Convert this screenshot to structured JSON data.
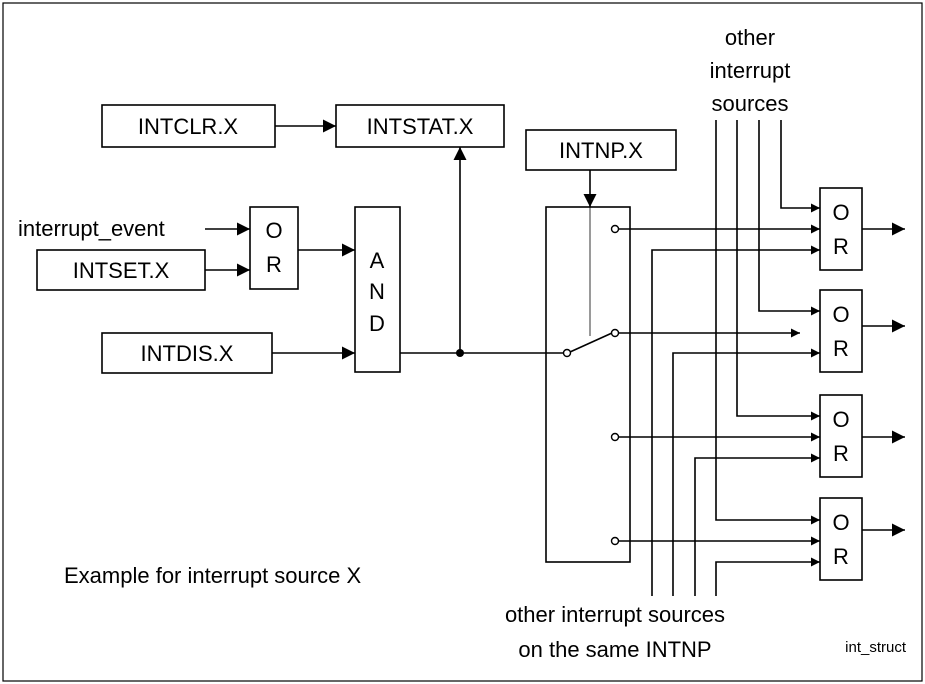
{
  "blocks": {
    "intclr": "INTCLR.X",
    "intstat": "INTSTAT.X",
    "intnp": "INTNP.X",
    "intset": "INTSET.X",
    "intdis": "INTDIS.X",
    "or_gate_input": [
      "O",
      "R"
    ],
    "and_gate": [
      "A",
      "N",
      "D"
    ],
    "or_gate_output": [
      "O",
      "R"
    ]
  },
  "labels": {
    "interrupt_event": "interrupt_event",
    "other_sources_top": [
      "other",
      "interrupt",
      "sources"
    ],
    "other_sources_bottom": [
      "other interrupt sources",
      "on the same INTNP"
    ],
    "example": "Example for interrupt source X",
    "figure_id": "int_struct"
  }
}
